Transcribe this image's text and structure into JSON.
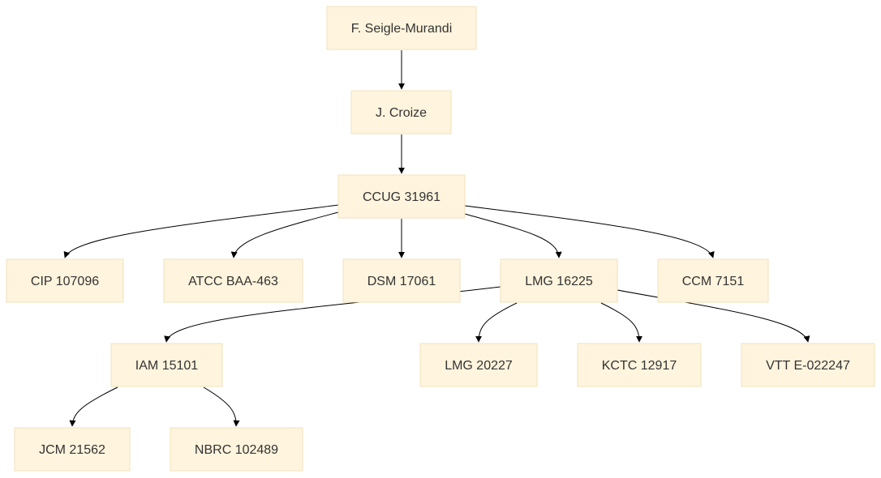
{
  "colors": {
    "node_fill": "#fff4dd",
    "node_stroke": "#f2e2bc",
    "edge": "#000000",
    "text": "#333333"
  },
  "nodes": [
    {
      "id": "seigle",
      "label": "F. Seigle-Murandi"
    },
    {
      "id": "croize",
      "label": "J. Croize"
    },
    {
      "id": "ccug",
      "label": "CCUG 31961"
    },
    {
      "id": "cip",
      "label": "CIP 107096"
    },
    {
      "id": "atcc",
      "label": "ATCC BAA-463"
    },
    {
      "id": "dsm",
      "label": "DSM 17061"
    },
    {
      "id": "lmg16225",
      "label": "LMG 16225"
    },
    {
      "id": "ccm",
      "label": "CCM 7151"
    },
    {
      "id": "iam",
      "label": "IAM 15101"
    },
    {
      "id": "lmg20227",
      "label": "LMG 20227"
    },
    {
      "id": "kctc",
      "label": "KCTC 12917"
    },
    {
      "id": "vtt",
      "label": "VTT E-022247"
    },
    {
      "id": "jcm",
      "label": "JCM 21562"
    },
    {
      "id": "nbrc",
      "label": "NBRC 102489"
    }
  ],
  "edges": [
    {
      "from": "seigle",
      "to": "croize"
    },
    {
      "from": "croize",
      "to": "ccug"
    },
    {
      "from": "ccug",
      "to": "cip"
    },
    {
      "from": "ccug",
      "to": "atcc"
    },
    {
      "from": "ccug",
      "to": "dsm"
    },
    {
      "from": "ccug",
      "to": "lmg16225"
    },
    {
      "from": "ccug",
      "to": "ccm"
    },
    {
      "from": "lmg16225",
      "to": "iam"
    },
    {
      "from": "lmg16225",
      "to": "lmg20227"
    },
    {
      "from": "lmg16225",
      "to": "kctc"
    },
    {
      "from": "lmg16225",
      "to": "vtt"
    },
    {
      "from": "iam",
      "to": "jcm"
    },
    {
      "from": "iam",
      "to": "nbrc"
    }
  ]
}
